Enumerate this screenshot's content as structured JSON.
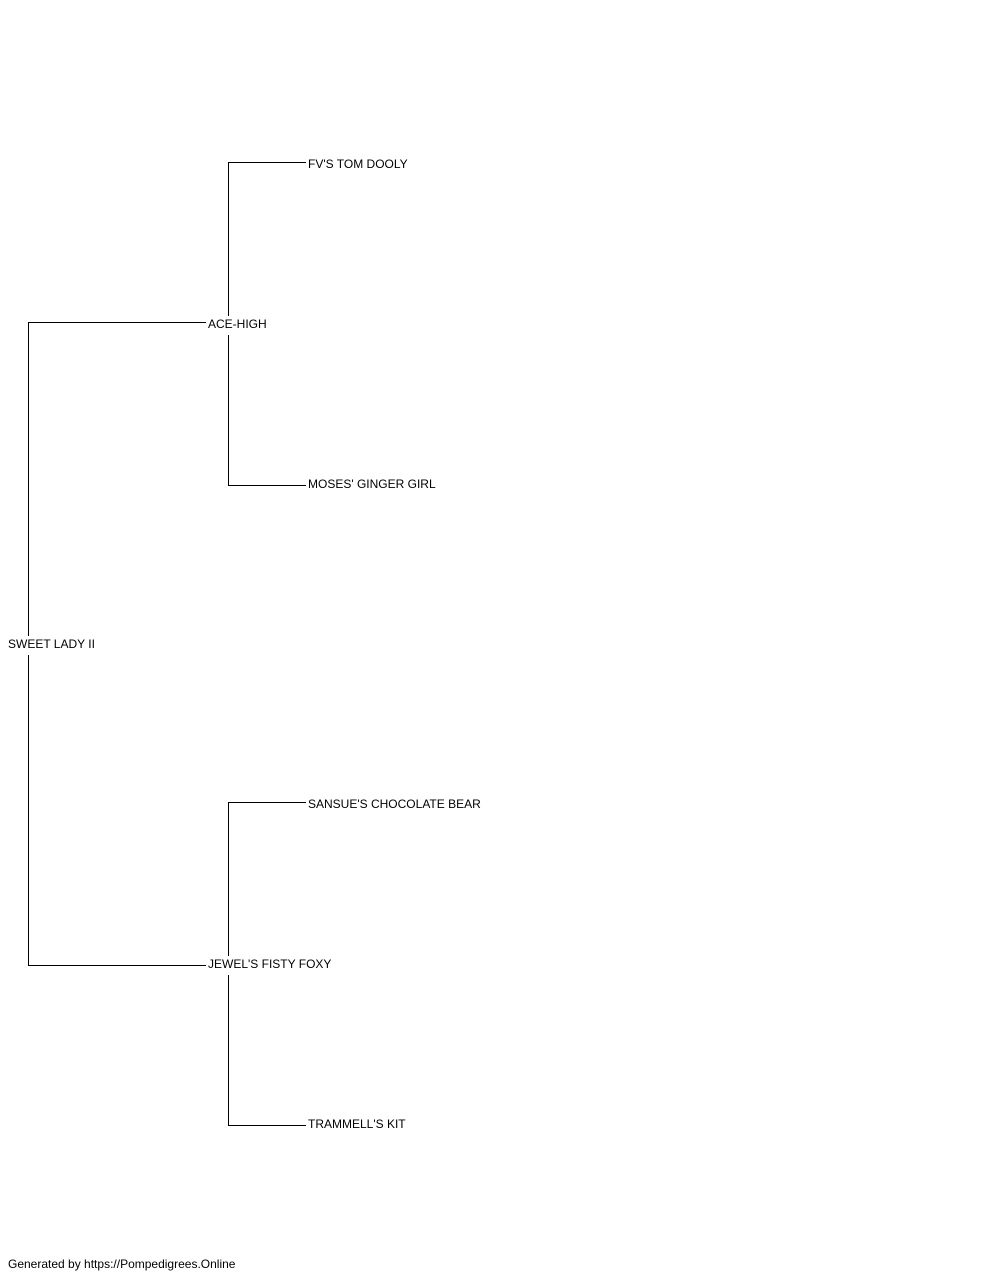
{
  "pedigree": {
    "subject": "SWEET LADY II",
    "sire": {
      "name": "ACE-HIGH",
      "sire": "FV'S TOM DOOLY",
      "dam": "MOSES' GINGER GIRL"
    },
    "dam": {
      "name": "JEWEL'S FISTY FOXY",
      "sire": "SANSUE'S CHOCOLATE BEAR",
      "dam": "TRAMMELL'S KIT"
    }
  },
  "footer": {
    "text": "Generated by https://Pompedigrees.Online"
  },
  "colors": {
    "line": "#000000",
    "text": "#000000",
    "background": "#ffffff"
  }
}
